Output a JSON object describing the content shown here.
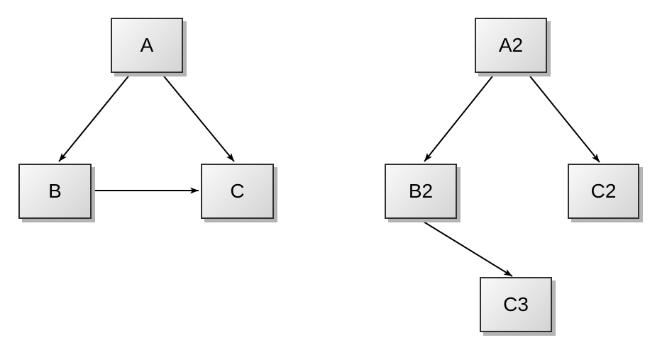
{
  "style": {
    "canvas_background": "#ffffff",
    "node_fill_start": "#f9f9f9",
    "node_fill_end": "#d4d4d4",
    "node_border_color": "#2f2f2f",
    "node_shadow_color": "#b4b4b4",
    "edge_color": "#000000",
    "label_color": "#000000"
  },
  "diagrams": [
    {
      "id": "left",
      "nodes": [
        {
          "id": "A",
          "label": "A"
        },
        {
          "id": "B",
          "label": "B"
        },
        {
          "id": "C",
          "label": "C"
        }
      ],
      "edges": [
        {
          "from": "A",
          "to": "B"
        },
        {
          "from": "A",
          "to": "C"
        },
        {
          "from": "B",
          "to": "C"
        }
      ]
    },
    {
      "id": "right",
      "nodes": [
        {
          "id": "A2",
          "label": "A2"
        },
        {
          "id": "B2",
          "label": "B2"
        },
        {
          "id": "C2",
          "label": "C2"
        },
        {
          "id": "C3",
          "label": "C3"
        }
      ],
      "edges": [
        {
          "from": "A2",
          "to": "B2"
        },
        {
          "from": "A2",
          "to": "C2"
        },
        {
          "from": "B2",
          "to": "C3"
        }
      ]
    }
  ]
}
